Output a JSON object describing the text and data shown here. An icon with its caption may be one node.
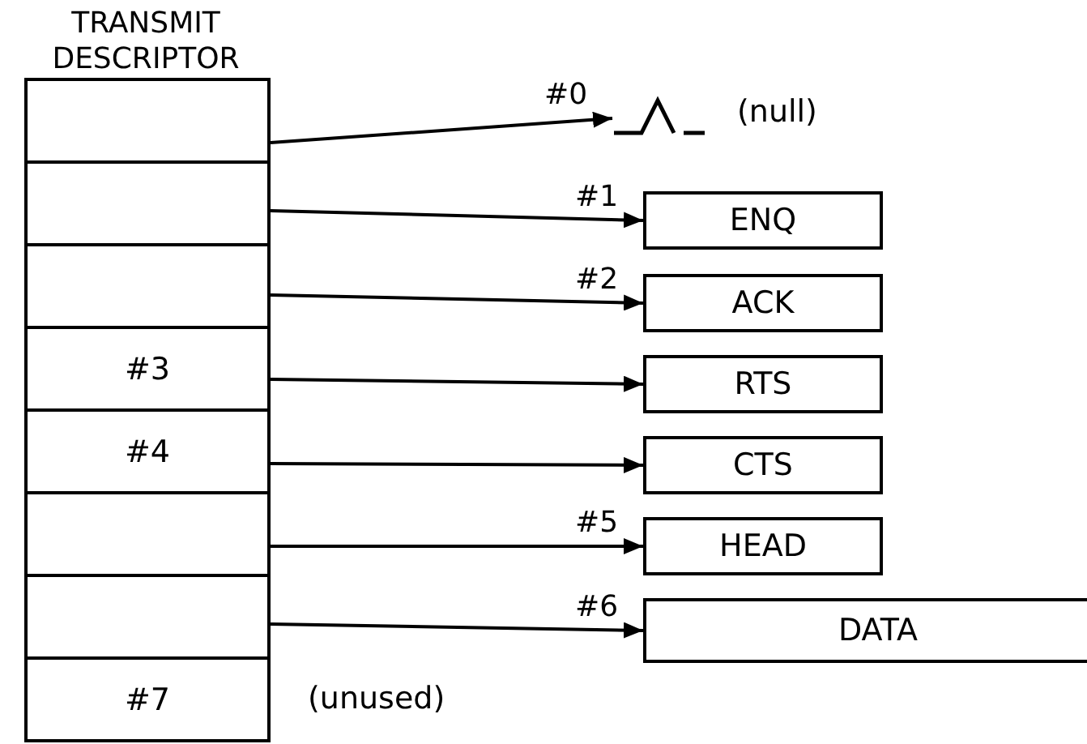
{
  "diagram": {
    "title": "TRANSMIT DESCRIPTOR",
    "nodes": [
      {
        "text": [],
        "shape": "box"
      },
      {
        "text": [],
        "shape": "box"
      },
      {
        "text": [],
        "shape": "box"
      },
      {
        "text": [
          "#3"
        ]
      },
      {
        "text": [
          "#4"
        ]
      },
      {
        "text": [],
        "shape": "box"
      },
      {
        "text": [],
        "shape": "box"
      },
      {
        "text": [
          "#7"
        ],
        "beside": [
          "(unused)"
        ]
      },
      {
        "text": [],
        "shape": "picture",
        "beside": [
          "(null)"
        ]
      },
      {
        "text": [
          "ENQ"
        ]
      },
      {
        "text": [
          "ACK"
        ]
      },
      {
        "text": [
          "RTS"
        ]
      },
      {
        "text": [
          "CTS"
        ]
      },
      {
        "text": [
          "HEAD"
        ]
      },
      {
        "text": [
          "DATA"
        ]
      }
    ],
    "edges": [
      {
        "from": 0,
        "to": 8,
        "arrow": "to",
        "label": "#0"
      },
      {
        "from": 1,
        "to": 9,
        "arrow": "to",
        "label": "#1"
      },
      {
        "from": 2,
        "to": 10,
        "arrow": "to",
        "label": "#2"
      },
      {
        "from": 3,
        "to": 11,
        "arrow": "to"
      },
      {
        "from": 4,
        "to": 12,
        "arrow": "to"
      },
      {
        "from": 5,
        "to": 13,
        "arrow": "to",
        "label": "#5"
      },
      {
        "from": 6,
        "to": 14,
        "arrow": "to",
        "label": "#6"
      }
    ]
  }
}
